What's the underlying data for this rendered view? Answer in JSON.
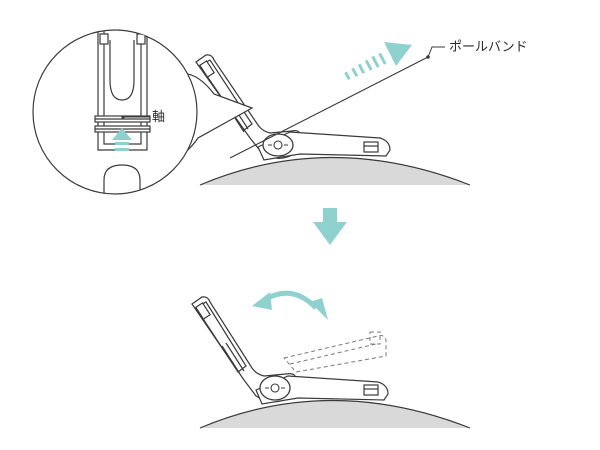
{
  "labels": {
    "pole_band": "ポールバンド",
    "axis": "軸"
  },
  "colors": {
    "accent": "#8fd1cf",
    "ground": "#d9d9d9",
    "line": "#3a3a3a"
  },
  "icons": {
    "band_arrow": "dashed-arrow-right-up",
    "step_arrow": "arrow-down",
    "zoom_arrow": "dashed-arrow-up",
    "rotate_arrow": "double-headed-curved-arrow"
  }
}
